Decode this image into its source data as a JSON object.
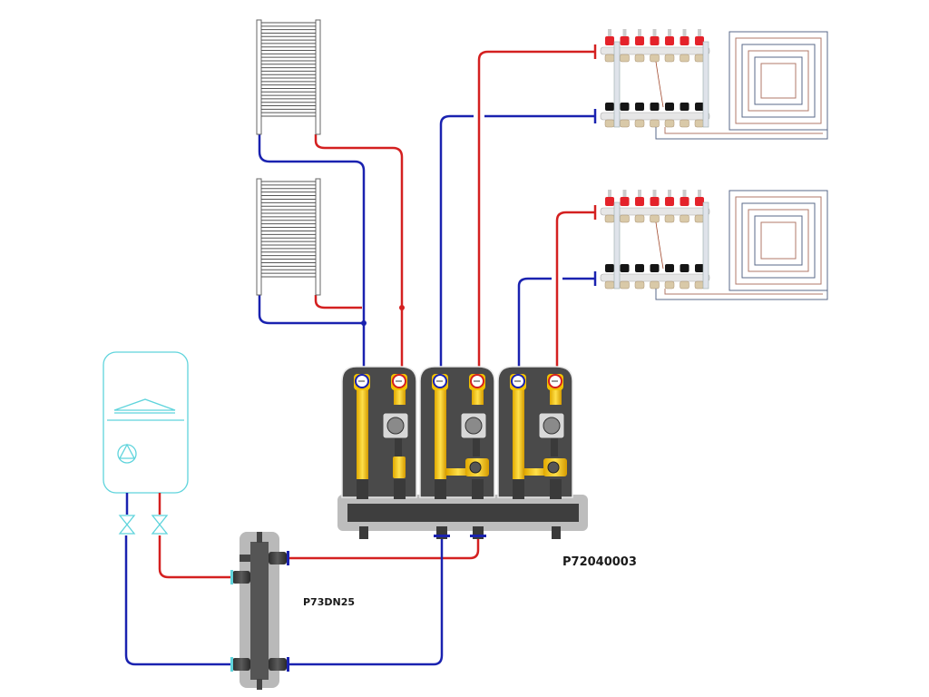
{
  "diagram": {
    "title": "Heating distribution schematic",
    "colors": {
      "supply": "#d42020",
      "return": "#1a22b0",
      "boiler_outline": "#5fd4dc",
      "station_body": "#4a4a4a",
      "station_frame": "#bdbdbd",
      "yellow_pipe": "#f5c800",
      "floor_loop_supply": "#b07a6a",
      "floor_loop_return": "#5a6a8a"
    },
    "labels": {
      "pump_station": "P72040003",
      "hydraulic_separator": "P73DN25"
    },
    "components": [
      {
        "id": "boiler",
        "name": "Wall-hung boiler",
        "connections": [
          "return",
          "supply"
        ],
        "valves": 2
      },
      {
        "id": "hydraulic-separator",
        "name": "Hydraulic separator",
        "code": "P73DN25"
      },
      {
        "id": "pump-station",
        "name": "Pump group station (3 circuits)",
        "code": "P72040003",
        "modules": [
          {
            "type": "direct",
            "gauges": [
              "return",
              "supply"
            ]
          },
          {
            "type": "mixing",
            "gauges": [
              "return",
              "supply"
            ]
          },
          {
            "type": "mixing",
            "gauges": [
              "return",
              "supply"
            ]
          }
        ]
      },
      {
        "id": "radiator-1",
        "name": "Towel radiator (upper)"
      },
      {
        "id": "radiator-2",
        "name": "Towel radiator (lower)"
      },
      {
        "id": "manifold-1",
        "name": "Underfloor manifold (upper)",
        "outlets": 7
      },
      {
        "id": "manifold-2",
        "name": "Underfloor manifold (lower)",
        "outlets": 7
      },
      {
        "id": "floor-loop-1",
        "name": "Underfloor heating loop (upper)"
      },
      {
        "id": "floor-loop-2",
        "name": "Underfloor heating loop (lower)"
      }
    ]
  }
}
